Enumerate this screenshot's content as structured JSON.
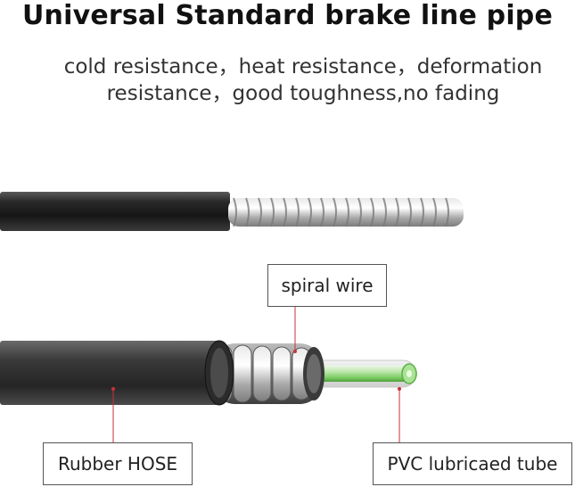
{
  "header": {
    "title": "Universal Standard brake line pipe",
    "subtitle_line1": "cold resistance，heat resistance，deformation",
    "subtitle_line2": "resistance，good  toughness,no fading"
  },
  "labels": {
    "spiral_wire": "spiral wire",
    "rubber_hose": "Rubber HOSE",
    "pvc_tube": "PVC lubricaed tube"
  },
  "colors": {
    "hose": "#1c1c1c",
    "steel": "#b9b9b9",
    "liner": "#8fd47a",
    "callout_line": "#c9323b"
  }
}
